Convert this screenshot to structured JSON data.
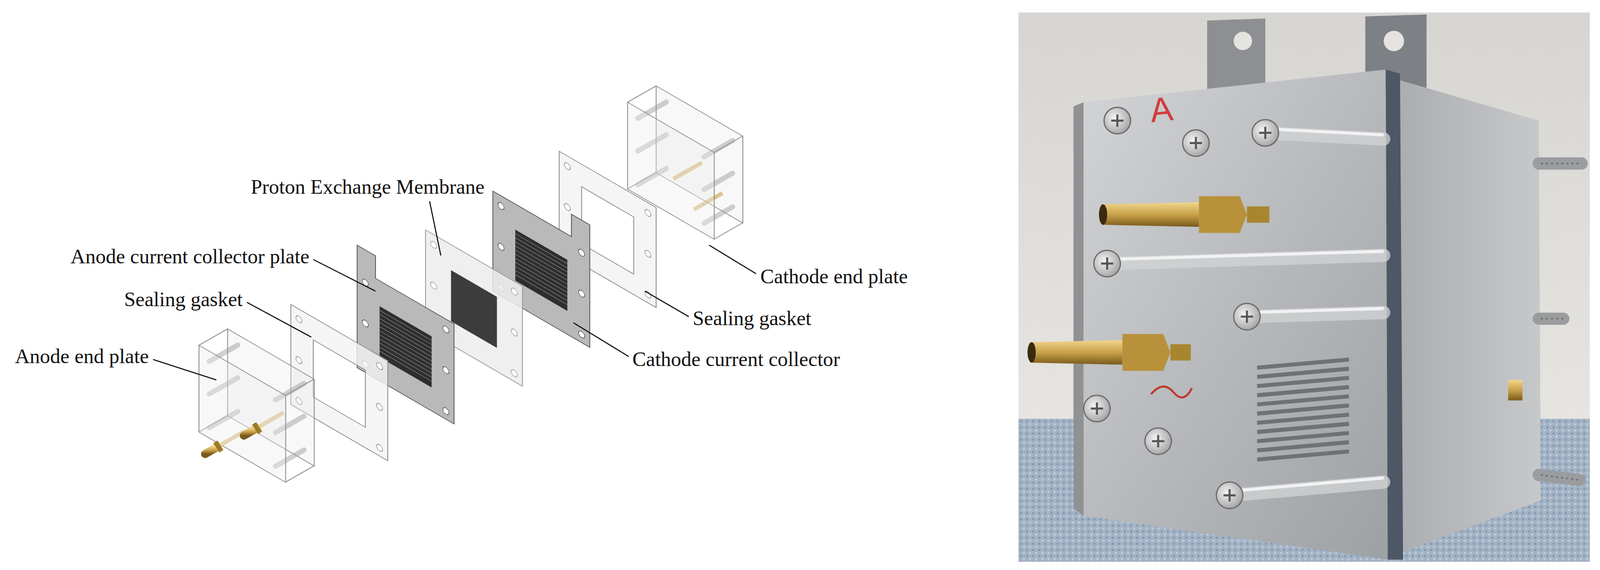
{
  "diagram": {
    "labels": [
      "Proton Exchange Membrane",
      "Anode current collector plate",
      "Sealing gasket",
      "Anode end plate",
      "Cathode end plate",
      "Sealing gasket",
      "Cathode current collector",
      "A"
    ]
  }
}
